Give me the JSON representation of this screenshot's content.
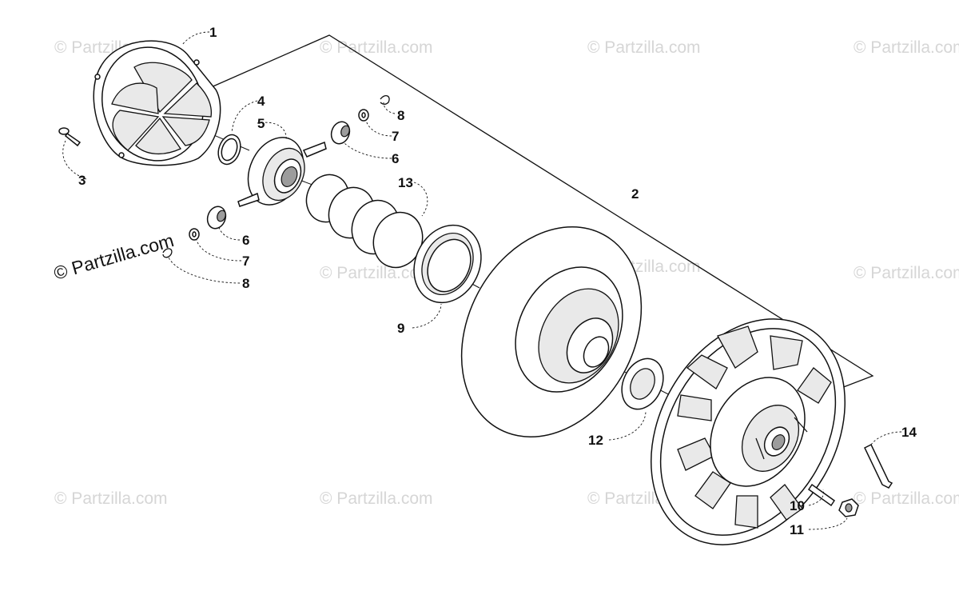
{
  "watermark": {
    "text": "© Partzilla.com",
    "main_text": "© Partzilla.com"
  },
  "callouts": [
    {
      "id": "1",
      "label": "1"
    },
    {
      "id": "2",
      "label": "2"
    },
    {
      "id": "3",
      "label": "3"
    },
    {
      "id": "4",
      "label": "4"
    },
    {
      "id": "5",
      "label": "5"
    },
    {
      "id": "6a",
      "label": "6"
    },
    {
      "id": "7a",
      "label": "7"
    },
    {
      "id": "8a",
      "label": "8"
    },
    {
      "id": "6b",
      "label": "6"
    },
    {
      "id": "7b",
      "label": "7"
    },
    {
      "id": "8b",
      "label": "8"
    },
    {
      "id": "9",
      "label": "9"
    },
    {
      "id": "10",
      "label": "10"
    },
    {
      "id": "11",
      "label": "11"
    },
    {
      "id": "12",
      "label": "12"
    },
    {
      "id": "13",
      "label": "13"
    },
    {
      "id": "14",
      "label": "14"
    }
  ],
  "colors": {
    "line": "#111111",
    "watermark": "#d6d6d6",
    "shade": "#9c9c9c"
  }
}
